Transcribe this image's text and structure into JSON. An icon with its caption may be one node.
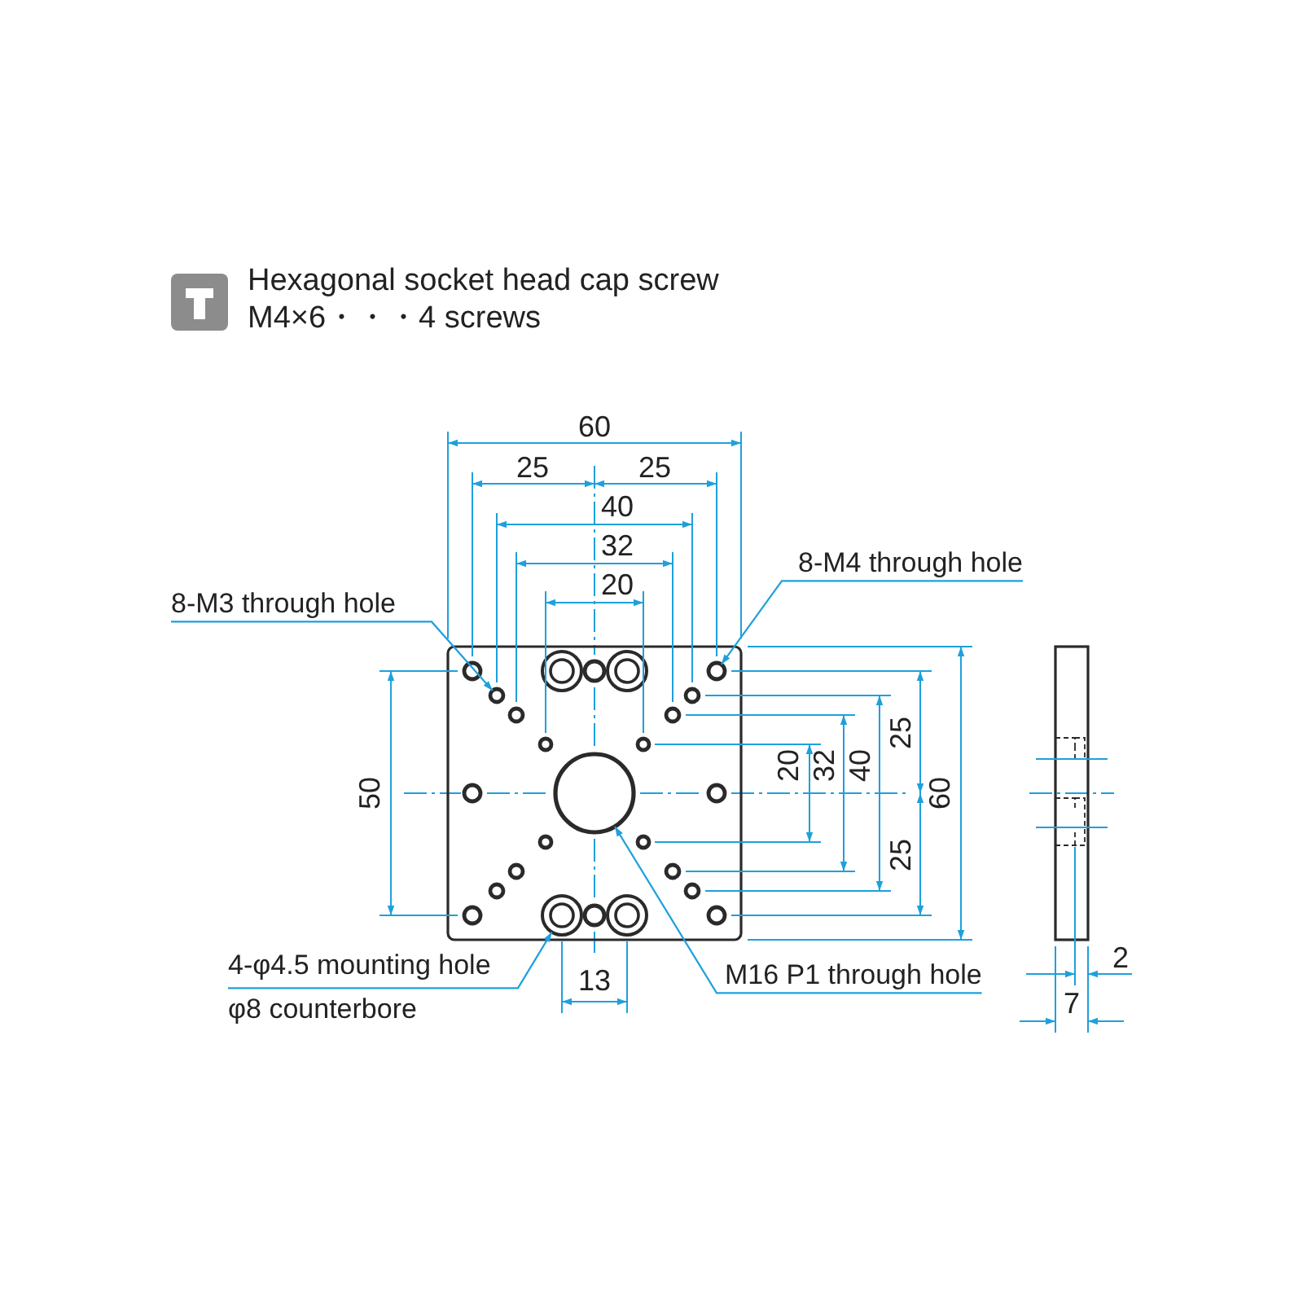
{
  "diagram": {
    "nodes": [
      {
        "text": [
          "8-M3 through hole"
        ]
      },
      {
        "text": [
          "8-M4 through hole"
        ]
      },
      {
        "text": [
          "4-φ4.5 mounting hole",
          "φ8 counterbore"
        ]
      },
      {
        "text": [
          "M16 P1 through hole"
        ]
      }
    ],
    "edges": [
      {
        "from": 0,
        "to": null,
        "arrow": "to"
      },
      {
        "from": 1,
        "to": null,
        "arrow": "to"
      },
      {
        "from": 2,
        "to": null,
        "arrow": "to"
      },
      {
        "from": 3,
        "to": null,
        "arrow": "to"
      }
    ],
    "labels": [
      "Hexagonal socket head cap screw M4×6・・・4 screws",
      "60",
      "25",
      "25",
      "40",
      "32",
      "20",
      "50",
      "20",
      "32",
      "40",
      "25",
      "25",
      "60",
      "13",
      "2",
      "7"
    ]
  }
}
